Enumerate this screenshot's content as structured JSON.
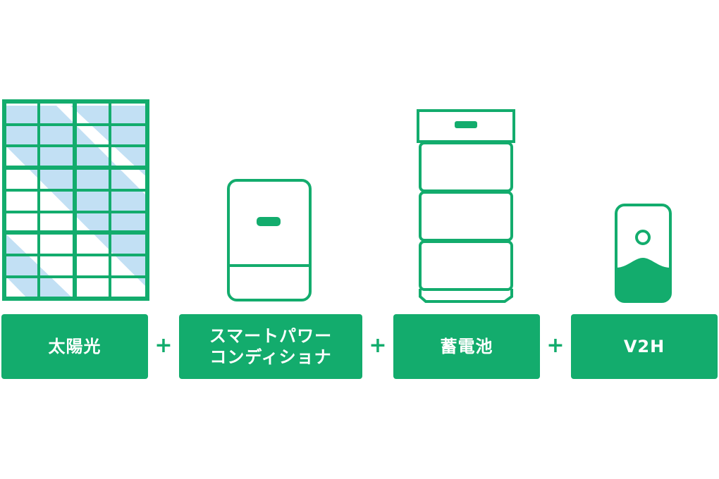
{
  "colors": {
    "accent": "#13ac6d",
    "glass": "#c2e0f4",
    "background": "#ffffff"
  },
  "items": [
    {
      "id": "solar",
      "icon": "solar-panel-icon",
      "label_lines": [
        "太陽光"
      ]
    },
    {
      "id": "power-conditioner",
      "icon": "power-conditioner-icon",
      "label_lines": [
        "スマートパワー",
        "コンディショナ"
      ]
    },
    {
      "id": "battery",
      "icon": "storage-battery-icon",
      "label_lines": [
        "蓄電池"
      ]
    },
    {
      "id": "v2h",
      "icon": "v2h-unit-icon",
      "label_lines": [
        "V2H"
      ]
    }
  ],
  "operator": "+"
}
